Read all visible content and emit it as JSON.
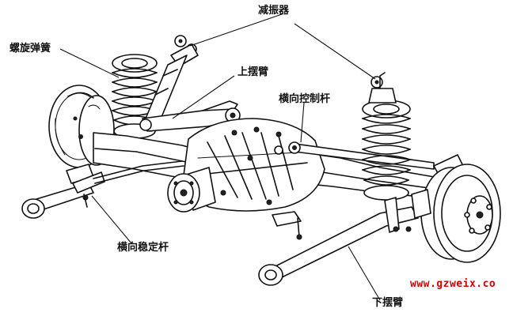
{
  "labels": {
    "shock_absorber": "减振器",
    "coil_spring": "螺旋弹簧",
    "upper_arm": "上摆臂",
    "lateral_rod": "横向控制杆",
    "stabilizer_bar": "横向稳定杆",
    "lower_arm": "下摆臂"
  },
  "watermark": "www.gzweix.co",
  "colors": {
    "line": "#111111",
    "watermark": "#d40000",
    "background": "#ffffff"
  }
}
